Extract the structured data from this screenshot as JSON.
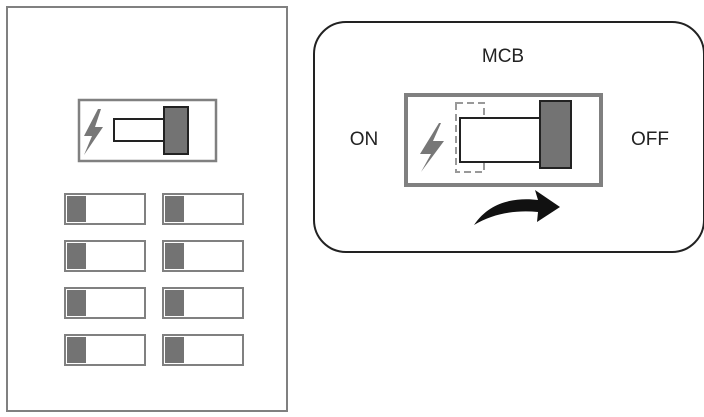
{
  "callout": {
    "title": "MCB",
    "on_label": "ON",
    "off_label": "OFF"
  },
  "panel": {
    "breaker_rows": 4,
    "breaker_columns": 2
  },
  "icons": {
    "main_switch": "lightning-bolt-icon",
    "callout_switch": "lightning-bolt-icon",
    "motion": "curved-arrow-right-icon"
  },
  "colors": {
    "outline": "#808080",
    "handle": "#737373",
    "dark": "#222222",
    "background": "#ffffff"
  }
}
